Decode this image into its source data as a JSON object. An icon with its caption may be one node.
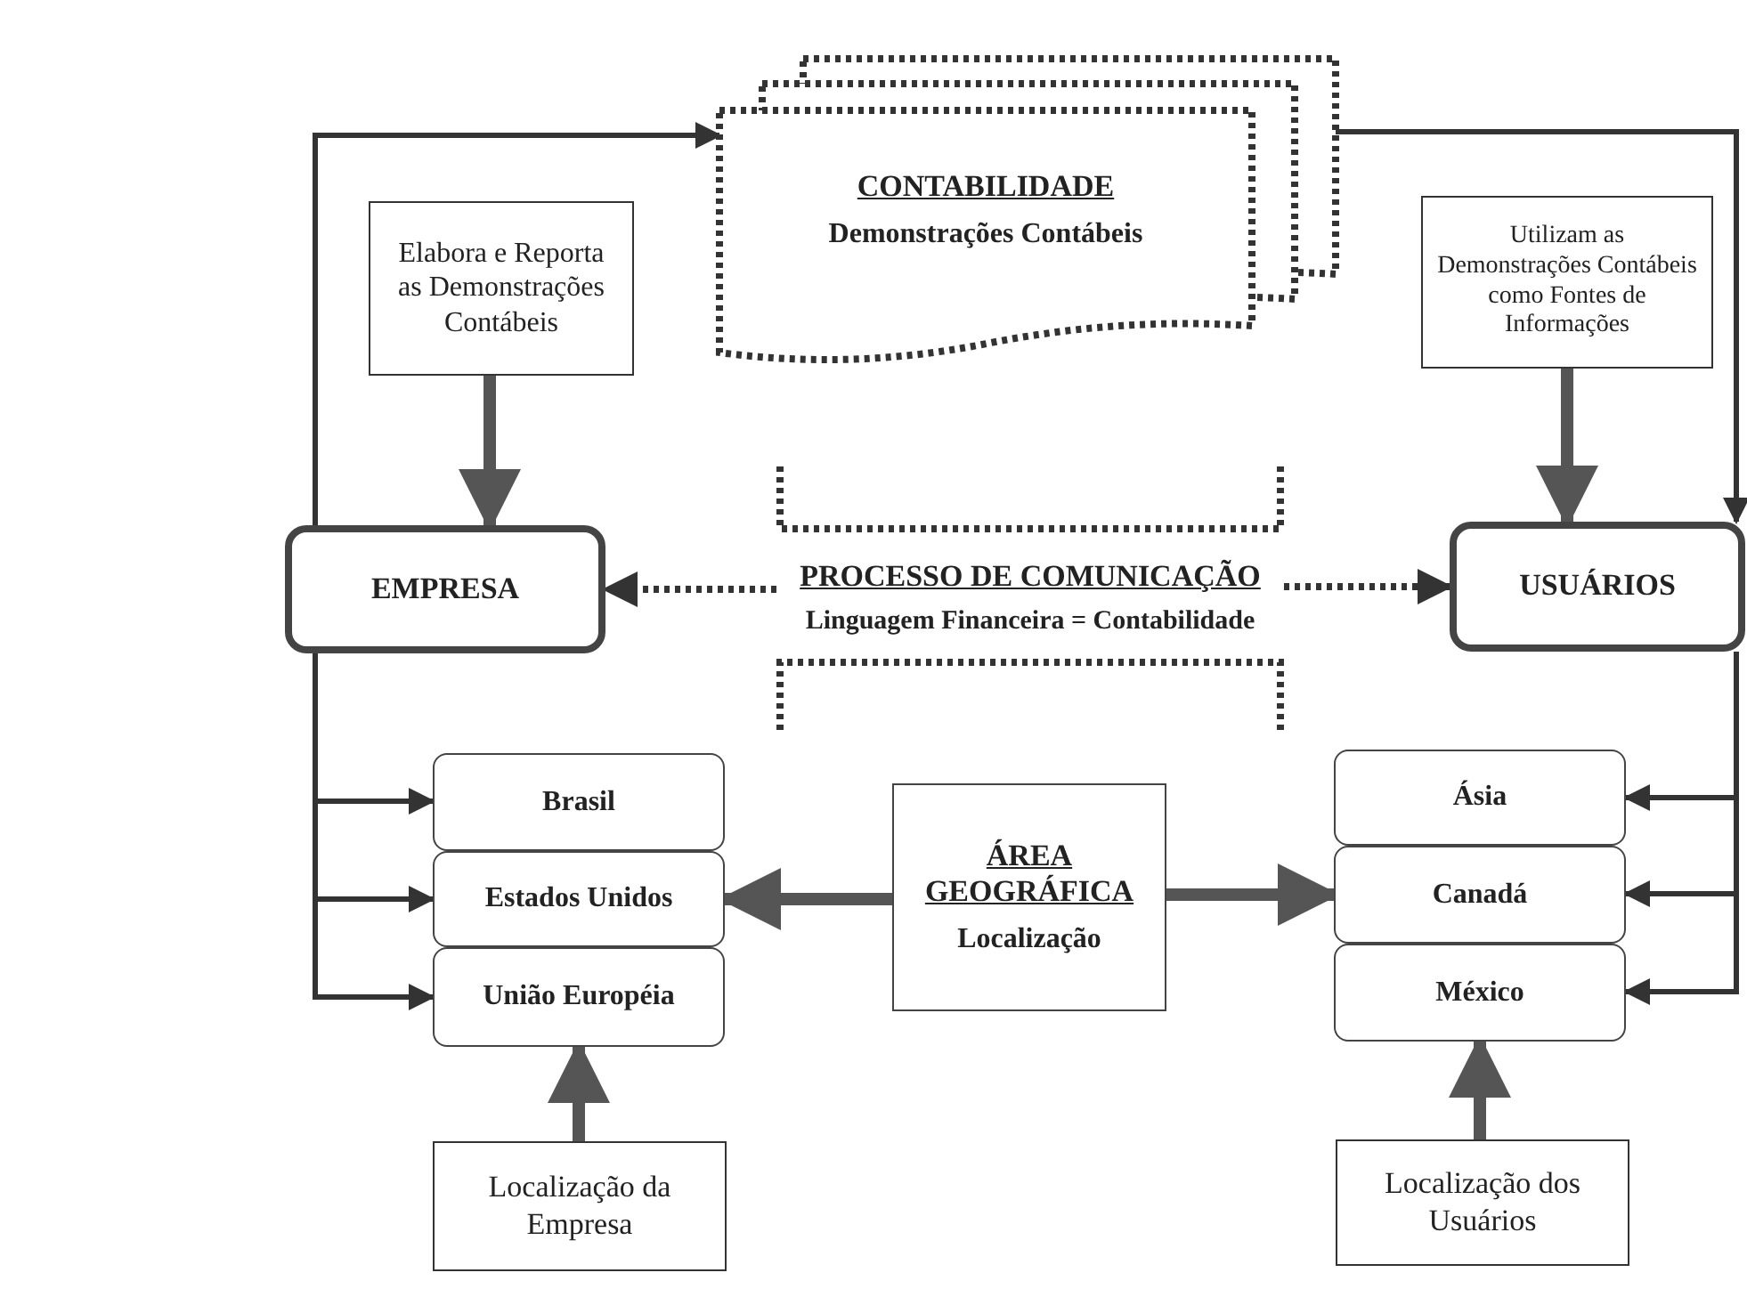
{
  "diagram": {
    "nodes": [
      {
        "text": [
          "CONTABILIDADE",
          "Demonstrações Contábeis"
        ]
      },
      {
        "text": [
          "Elabora e Reporta as Demonstrações Contábeis"
        ]
      },
      {
        "text": [
          "Utilizam as Demonstrações Contábeis como Fontes de Informações"
        ]
      },
      {
        "text": [
          "EMPRESA"
        ]
      },
      {
        "text": [
          "PROCESSO DE COMUNICAÇÃO",
          "Linguagem Financeira = Contabilidade"
        ]
      },
      {
        "text": [
          "USUÁRIOS"
        ]
      },
      {
        "text": [
          "Brasil"
        ]
      },
      {
        "text": [
          "Estados Unidos"
        ]
      },
      {
        "text": [
          "União Européia"
        ]
      },
      {
        "text": [
          "ÁREA GEOGRÁFICA",
          "Localização"
        ]
      },
      {
        "text": [
          "Ásia"
        ]
      },
      {
        "text": [
          "Canadá"
        ]
      },
      {
        "text": [
          "México"
        ]
      },
      {
        "text": [
          "Localização da Empresa"
        ]
      },
      {
        "text": [
          "Localização dos Usuários"
        ]
      }
    ],
    "edges": [
      {
        "from": 3,
        "to": 0,
        "arrow": "to"
      },
      {
        "from": 0,
        "to": 5,
        "arrow": "to"
      },
      {
        "from": 1,
        "to": 3,
        "arrow": "to",
        "style": "thick"
      },
      {
        "from": 2,
        "to": 5,
        "arrow": "to",
        "style": "thick"
      },
      {
        "from": 4,
        "to": 3,
        "arrow": "to",
        "style": "dashed"
      },
      {
        "from": 4,
        "to": 5,
        "arrow": "to",
        "style": "dashed"
      },
      {
        "from": 3,
        "to": 6,
        "arrow": "to"
      },
      {
        "from": 3,
        "to": 7,
        "arrow": "to"
      },
      {
        "from": 3,
        "to": 8,
        "arrow": "to"
      },
      {
        "from": 5,
        "to": 10,
        "arrow": "to"
      },
      {
        "from": 5,
        "to": 11,
        "arrow": "to"
      },
      {
        "from": 5,
        "to": 12,
        "arrow": "to"
      },
      {
        "from": 9,
        "to": 7,
        "arrow": "to",
        "style": "thick"
      },
      {
        "from": 9,
        "to": 11,
        "arrow": "to",
        "style": "thick"
      },
      {
        "from": 13,
        "to": 8,
        "arrow": "to",
        "style": "thick"
      },
      {
        "from": 14,
        "to": 12,
        "arrow": "to",
        "style": "thick"
      }
    ]
  }
}
